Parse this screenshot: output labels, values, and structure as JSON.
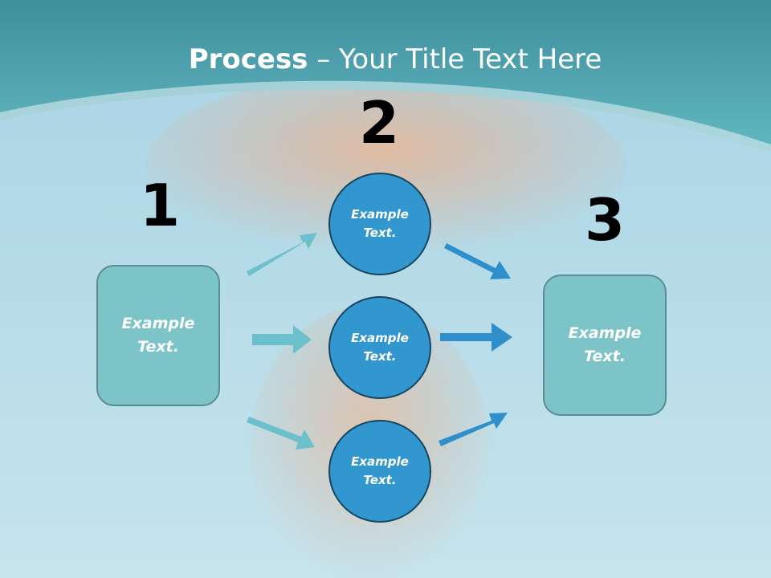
{
  "title": {
    "bold": "Process",
    "rest": " – Your Title Text Here"
  },
  "steps": {
    "one": "1",
    "two": "2",
    "three": "3"
  },
  "left_box": {
    "text": "Example Text."
  },
  "right_box": {
    "text": "Example Text."
  },
  "circles": [
    {
      "text": "Example Text."
    },
    {
      "text": "Example Text."
    },
    {
      "text": "Example Text."
    }
  ],
  "colors": {
    "header": "#4fa7b3",
    "box": "#7cc4c8",
    "circle": "#3296cf",
    "arrow_left": "#6cc0cb",
    "arrow_right": "#2f8fca"
  }
}
